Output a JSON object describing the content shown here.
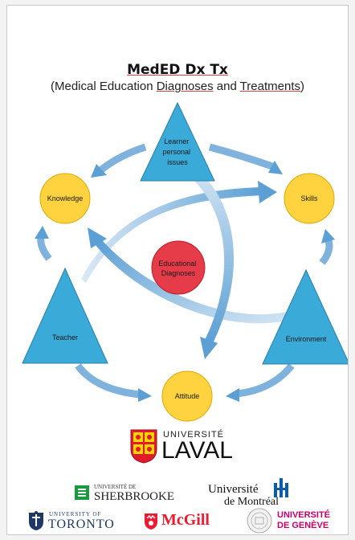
{
  "header": {
    "title": "MedED Dx Tx",
    "subtitle_open": "(Medical Education ",
    "subtitle_diagnoses": "Diagnoses",
    "subtitle_and": " and ",
    "subtitle_treatments": "Treatments",
    "subtitle_close": ")"
  },
  "diagram": {
    "center": "Educational Diagnoses",
    "center_lines": [
      "Educational",
      "Diagnoses"
    ],
    "learner_lines": [
      "Learner",
      "personal",
      "issues"
    ],
    "knowledge": "Knowledge",
    "skills": "Skills",
    "attitude": "Attitude",
    "teacher": "Teacher",
    "environment": "Environment"
  },
  "colors": {
    "circle_fill": "#ffd23f",
    "circle_stroke": "#e0a800",
    "triangle_fill": "#3aaad8",
    "triangle_stroke": "#2a7fa8",
    "center_fill": "#e63c4a",
    "arrow": "#5b9fd4"
  },
  "logos": {
    "laval_top": "UNIVERSITÉ",
    "laval_bottom": "LAVAL",
    "sherbrooke_top": "UNIVERSITÉ DE",
    "sherbrooke_bottom": "SHERBROOKE",
    "montreal_top": "Université",
    "montreal_bottom": "de Montréal",
    "toronto_top": "UNIVERSITY OF",
    "toronto_bottom": "TORONTO",
    "mcgill": "McGill",
    "geneve_top": "UNIVERSITÉ",
    "geneve_bottom": "DE GENÈVE"
  }
}
